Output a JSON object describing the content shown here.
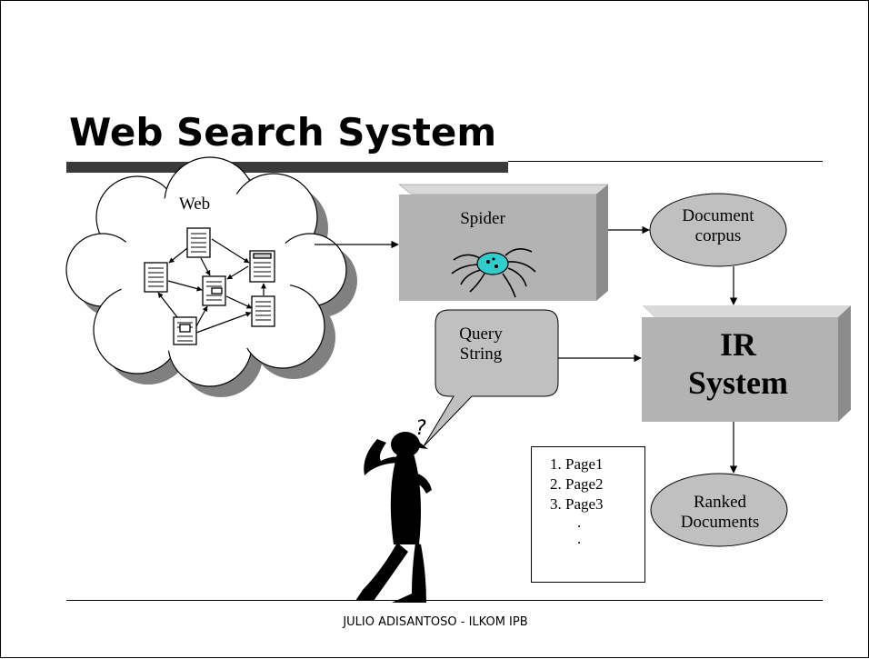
{
  "slide": {
    "title": "Web Search System",
    "footer": "JULIO ADISANTOSO - ILKOM IPB"
  },
  "diagram": {
    "web_label": "Web",
    "spider_label": "Spider",
    "corpus_label_line1": "Document",
    "corpus_label_line2": "corpus",
    "query_label_line1": "Query",
    "query_label_line2": "String",
    "ir_label_line1": "IR",
    "ir_label_line2": "System",
    "ranked_label_line1": "Ranked",
    "ranked_label_line2": "Documents",
    "question_mark": "?",
    "results": [
      "1. Page1",
      "2. Page2",
      "3. Page3"
    ],
    "results_dots": [
      ".",
      "."
    ]
  },
  "colors": {
    "box_fill": "#b3b3b3",
    "box_top": "#d9d9d9",
    "box_side": "#8c8c8c",
    "ellipse_fill": "#c0c0c0",
    "callout_fill": "#c0c0c0",
    "spider_body": "#33cccc",
    "title_rule": "#3a3a3a"
  }
}
